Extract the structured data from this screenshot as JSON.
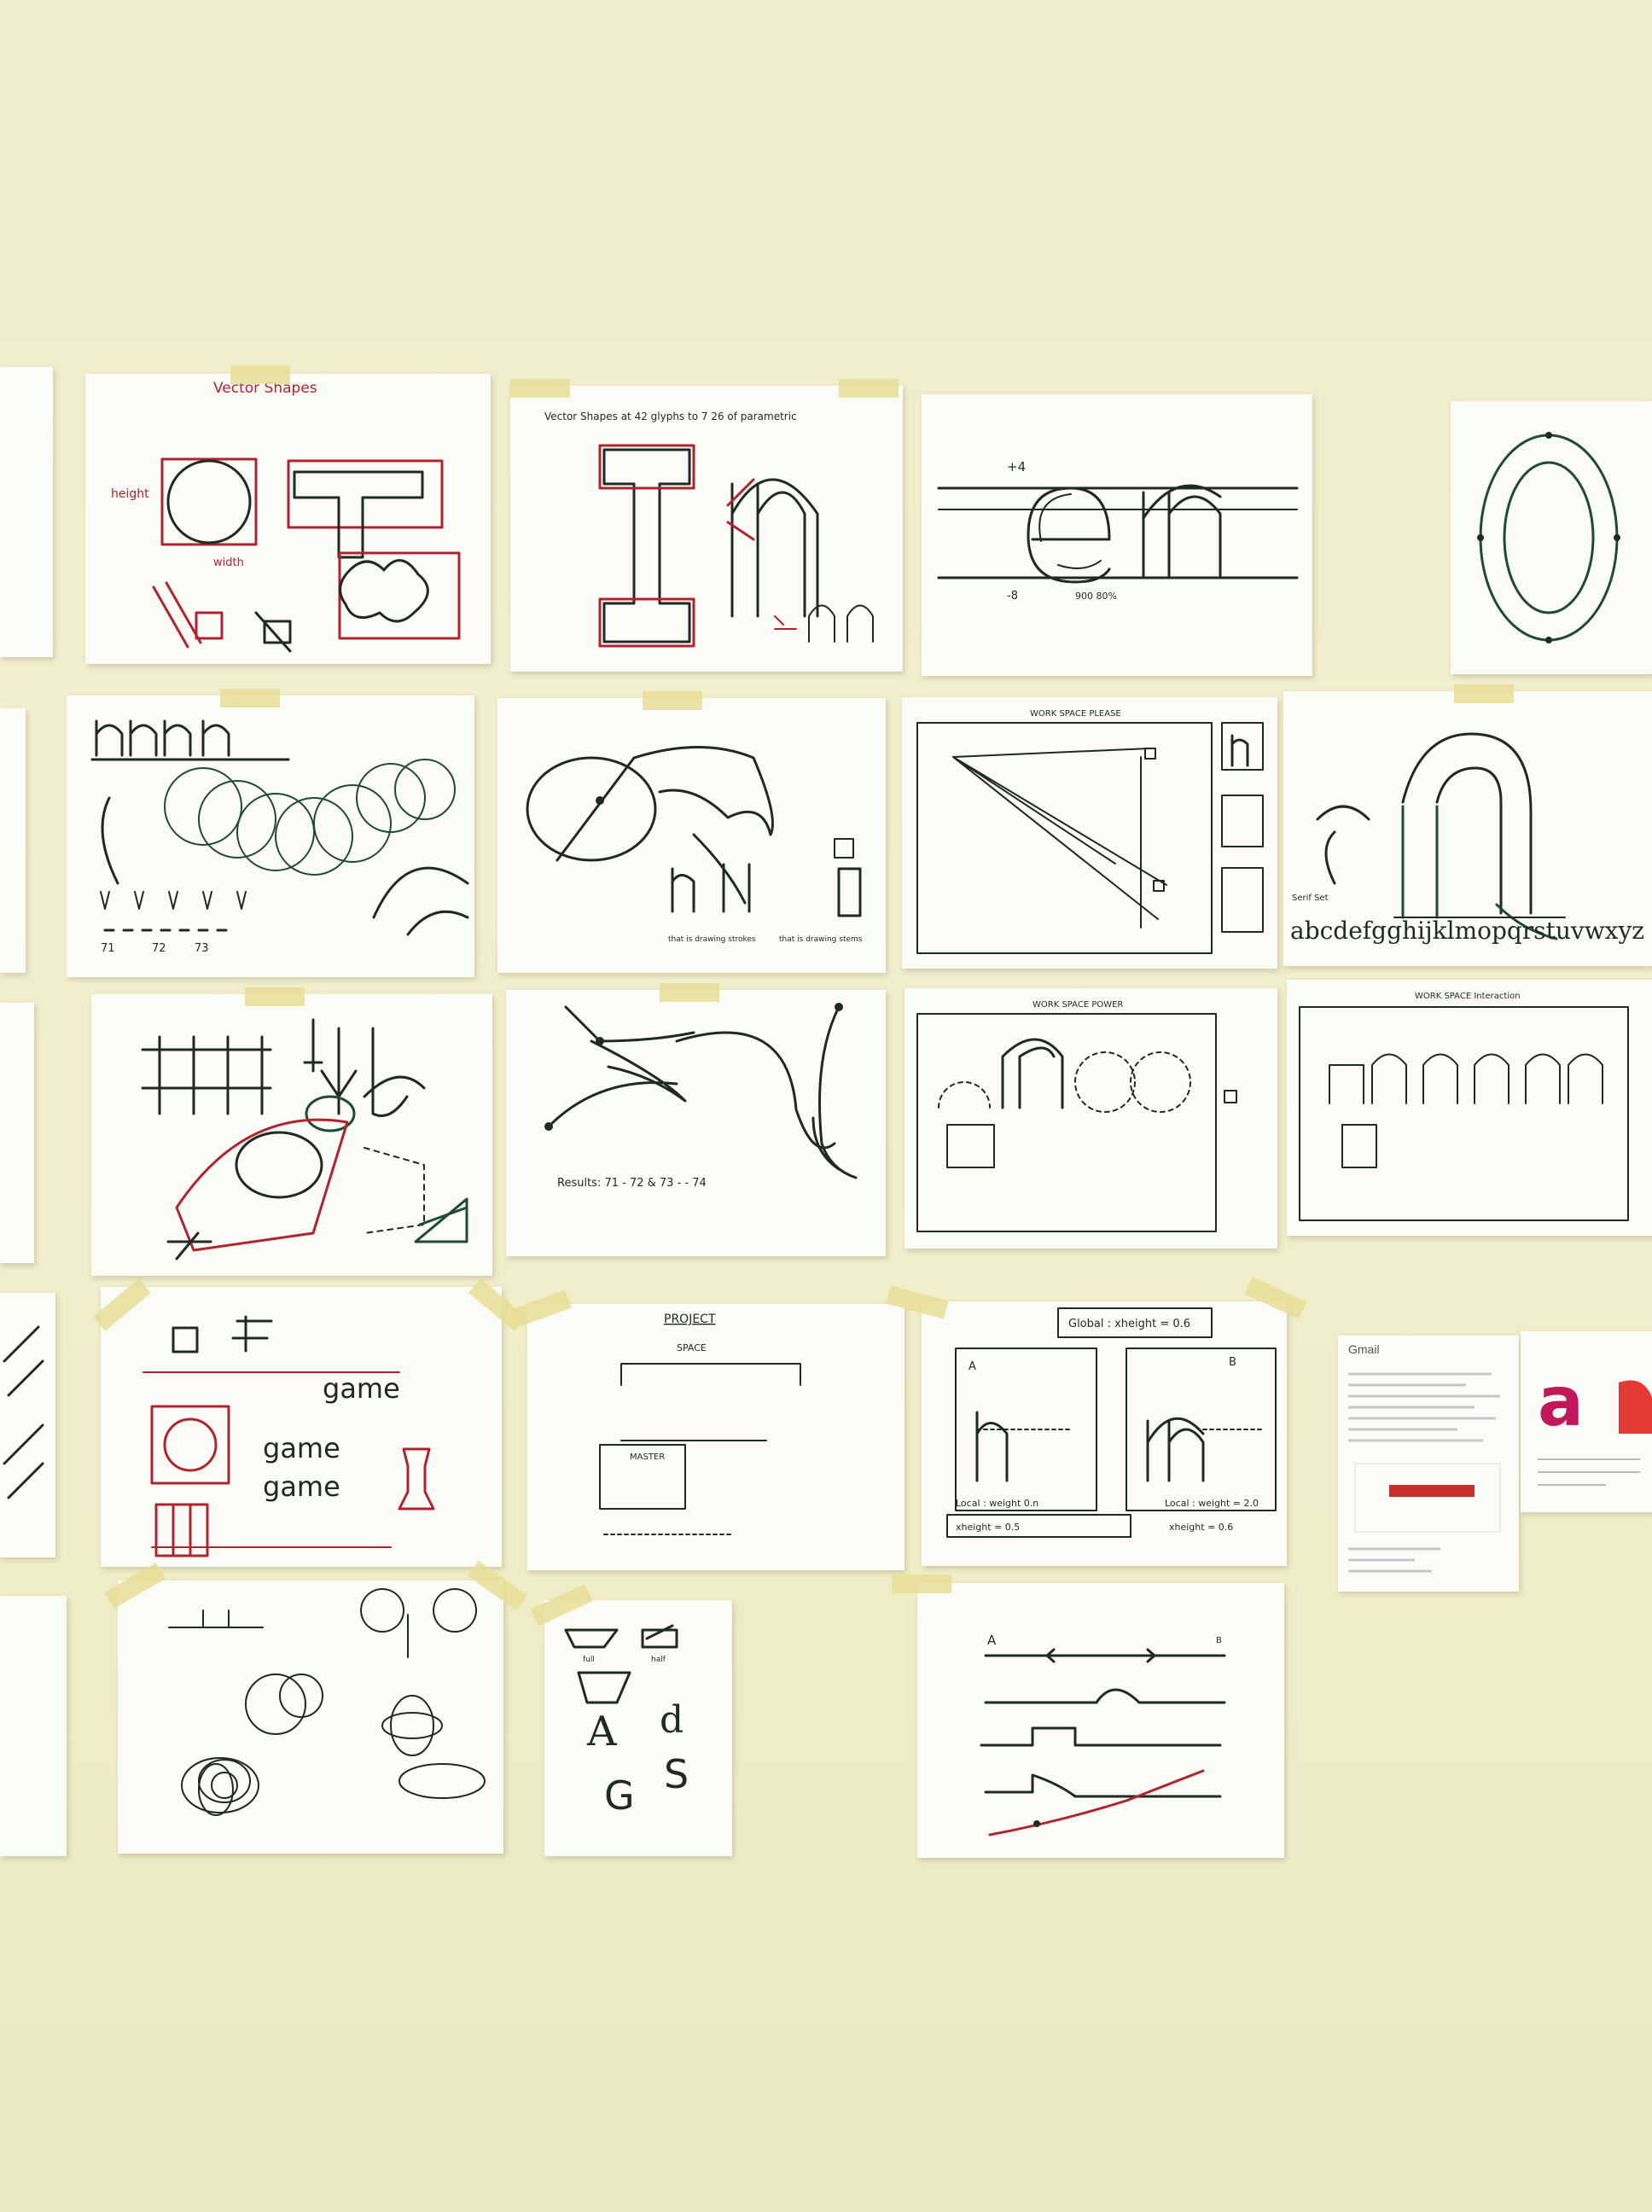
{
  "sheets": {
    "vector_shapes": {
      "title": "Vector Shapes",
      "label_height": "height",
      "label_width": "width"
    },
    "in_sheet": {
      "title": "Vector Shapes at 42 glyphs to 7 26 of parametric"
    },
    "en_sheet": {
      "label_top": "+4",
      "label_bottom": "-8",
      "label_right": "900 80%"
    },
    "nnnn_sheet": {
      "label_1": "71",
      "label_2": "72",
      "label_3": "73"
    },
    "work_space_1": {
      "title": "WORK SPACE PLEASE"
    },
    "alphabet_sheet": {
      "label": "Serif Set",
      "alphabet": "abcdefgghijklmopqrstuvwxyz"
    },
    "cursive_sheet": {
      "note": "Results: 71 - 72 & 73 - - 74"
    },
    "work_space_2": {
      "title": "WORK SPACE POWER"
    },
    "work_space_3": {
      "title": "WORK SPACE Interaction"
    },
    "game_sheet": {
      "word_1": "game",
      "word_2": "game",
      "word_3": "game"
    },
    "project_sheet": {
      "title": "PROJECT",
      "subtitle": "SPACE",
      "box": "MASTER"
    },
    "global_sheet": {
      "header": "Global : xheight = 0.6",
      "label_a": "A",
      "label_b": "B",
      "local_a": "Local : weight 0.n",
      "local_b": "Local : weight = 2.0",
      "xheight_a": "xheight = 0.5",
      "xheight_b": "xheight = 0.6"
    },
    "glyph_sheet": {
      "label_full": "full",
      "label_half": "half",
      "letter_1": "A",
      "letter_2": "d",
      "letter_3": "G",
      "letter_4": "S"
    },
    "curve_sheet": {
      "label_a": "A",
      "label_b": "B"
    },
    "printout_1": {
      "brand": "Gmail"
    },
    "printout_2": {
      "letter": "a"
    }
  },
  "colors": {
    "wall": "#efeccd",
    "paper": "#fbfbf8",
    "ink": "#1e2a22",
    "red_ink": "#b0242c",
    "tape": "#e8de96"
  }
}
